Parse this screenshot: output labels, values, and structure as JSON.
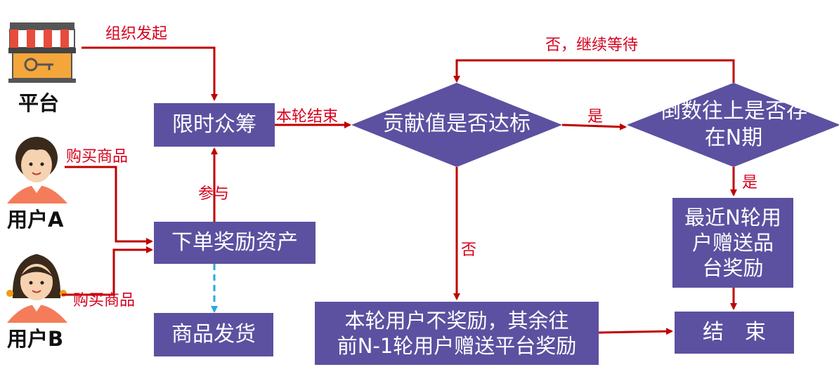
{
  "colors": {
    "box_fill": "#5b51a0",
    "arrow": "#c00000",
    "dashed_arrow": "#29a8e0",
    "label": "#d6001c"
  },
  "actors": {
    "platform": {
      "label": "平台",
      "icon": "shop-icon"
    },
    "user_a": {
      "label": "用户A",
      "icon": "user-male-icon"
    },
    "user_b": {
      "label": "用户B",
      "icon": "user-female-icon"
    }
  },
  "nodes": {
    "crowdfund": "限时众筹",
    "order_reward": "下单奖励资产",
    "ship": "商品发货",
    "contribution_check": "贡献值是否达标",
    "reverse_check": "倒数往上是否存\n在N期",
    "recent_reward": "最近N轮用\n户赠送品\n台奖励",
    "no_reward": "本轮用户不奖励，其余往\n前N-1轮用户赠送平台奖励",
    "end": "结　束"
  },
  "edge_labels": {
    "platform_initiate": "组织发起",
    "user_a_buy": "购买商品",
    "user_b_buy": "购买商品",
    "participate": "参与",
    "round_end": "本轮结束",
    "yes_1": "是",
    "yes_2": "是",
    "no_wait": "否，继续等待",
    "no_1": "否"
  }
}
